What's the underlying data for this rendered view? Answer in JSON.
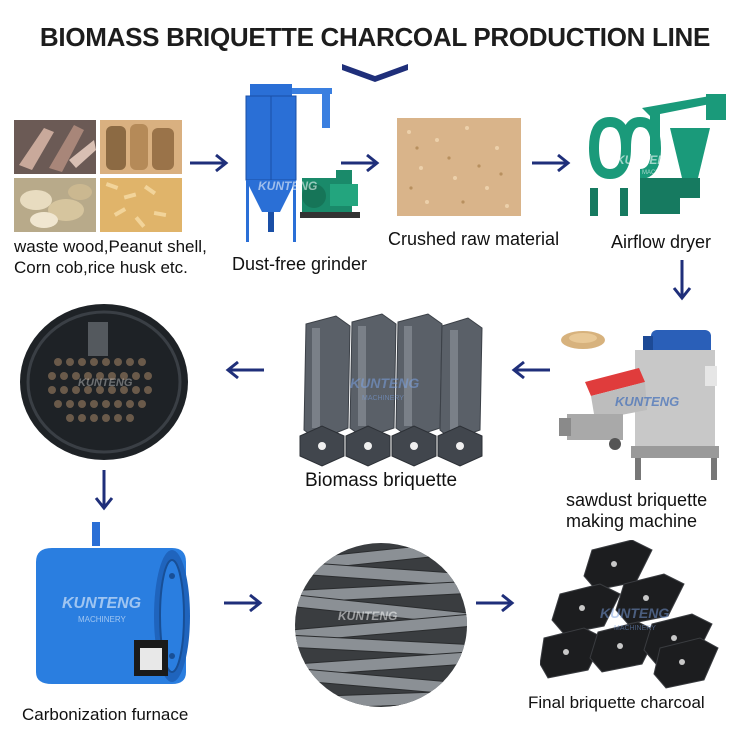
{
  "title": "BIOMASS BRIQUETTE CHARCOAL PRODUCTION LINE",
  "watermark": {
    "brand": "KUNTENG",
    "sub": "MACHINERY"
  },
  "colors": {
    "arrow": "#1f2f7a",
    "machine_blue": "#2a6fd6",
    "machine_green": "#1a8a6a",
    "raw_material": "#d9b48a"
  },
  "steps": [
    {
      "label_line1": "waste wood,Peanut shell,",
      "label_line2": "Corn cob,rice husk etc."
    },
    {
      "label": "Dust-free grinder"
    },
    {
      "label": "Crushed raw material"
    },
    {
      "label": "Airflow dryer"
    },
    {
      "label_line1": "sawdust briquette",
      "label_line2": "making machine"
    },
    {
      "label": "Biomass briquette"
    },
    {
      "label": "Carbonization furnace"
    },
    {
      "label": "Final briquette charcoal"
    }
  ]
}
